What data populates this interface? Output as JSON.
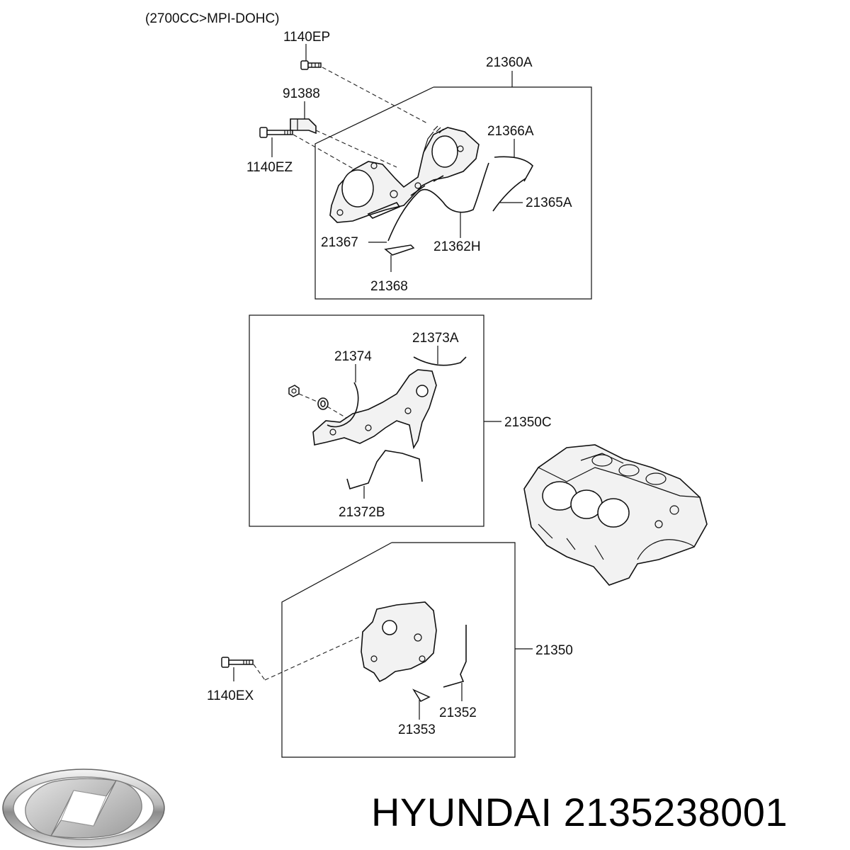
{
  "header": {
    "engine_spec": "(2700CC>MPI-DOHC)"
  },
  "parts": {
    "p1140EP": "1140EP",
    "p21360A": "21360A",
    "p91388": "91388",
    "p21366A": "21366A",
    "p1140EZ": "1140EZ",
    "p21365A": "21365A",
    "p21367": "21367",
    "p21362H": "21362H",
    "p21368": "21368",
    "p21374": "21374",
    "p21373A": "21373A",
    "p21350C": "21350C",
    "p21372B": "21372B",
    "p21350": "21350",
    "p1140EX": "1140EX",
    "p21352": "21352",
    "p21353": "21353"
  },
  "brand": {
    "name": "HYUNDAI",
    "part_number": "2135238001"
  },
  "logo": {
    "icon": "hyundai-logo-icon"
  }
}
